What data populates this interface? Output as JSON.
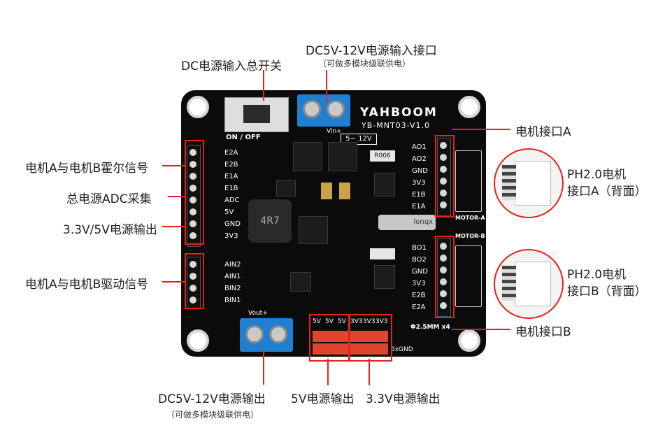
{
  "labels": {
    "dc_input_port": "DC5V-12V电源输入接口",
    "dc_input_port_note": "（可做多模块级联供电）",
    "dc_switch": "DC电源输入总开关",
    "motor_port_a": "电机接口A",
    "hall_signals": "电机A与电机B霍尔信号",
    "adc": "总电源ADC采集",
    "power_out_33_5": "3.3V/5V电源输出",
    "drive_signals": "电机A与电机B驱动信号",
    "ph20_a_line1": "PH2.0电机",
    "ph20_a_line2": "接口A（背面）",
    "ph20_b_line1": "PH2.0电机",
    "ph20_b_line2": "接口B（背面）",
    "motor_port_b": "电机接口B",
    "dc_output": "DC5V-12V电源输出",
    "dc_output_note": "（可做多模块级联供电）",
    "out_5v": "5V电源输出",
    "out_33v": "3.3V电源输出"
  },
  "silkscreen": {
    "switch": "ON / OFF",
    "vin": "Vin+",
    "vin_range": "5~ 12V",
    "brand": "YAHBOOM",
    "model": "YB-MNT03-V1.0",
    "left_top": [
      "E2A",
      "E2B",
      "E1A",
      "E1B",
      "ADC",
      "5V",
      "GND",
      "3V3"
    ],
    "left_bottom": [
      "AIN2",
      "AIN1",
      "BIN2",
      "BIN1"
    ],
    "right_top": [
      "AO1",
      "AO2",
      "GND",
      "3V3",
      "E1B",
      "E1A"
    ],
    "right_bottom": [
      "BO1",
      "BO2",
      "GND",
      "3V3",
      "E2B",
      "E2A"
    ],
    "motor_a": "MOTOR-A",
    "motor_b": "MOTOR-B",
    "hole": "Φ2.5MM x4",
    "vout": "Vout+",
    "header_bottom": [
      "5V",
      "5V",
      "5V",
      "3V3",
      "3V3",
      "3V3"
    ],
    "gnd": "6xGND",
    "inductor": "4R7",
    "resistor": "R006",
    "cap": "lonqx"
  },
  "colors": {
    "accent": "#e2231a",
    "board": "#0b0b0b",
    "terminal": "#1f7fd1"
  }
}
